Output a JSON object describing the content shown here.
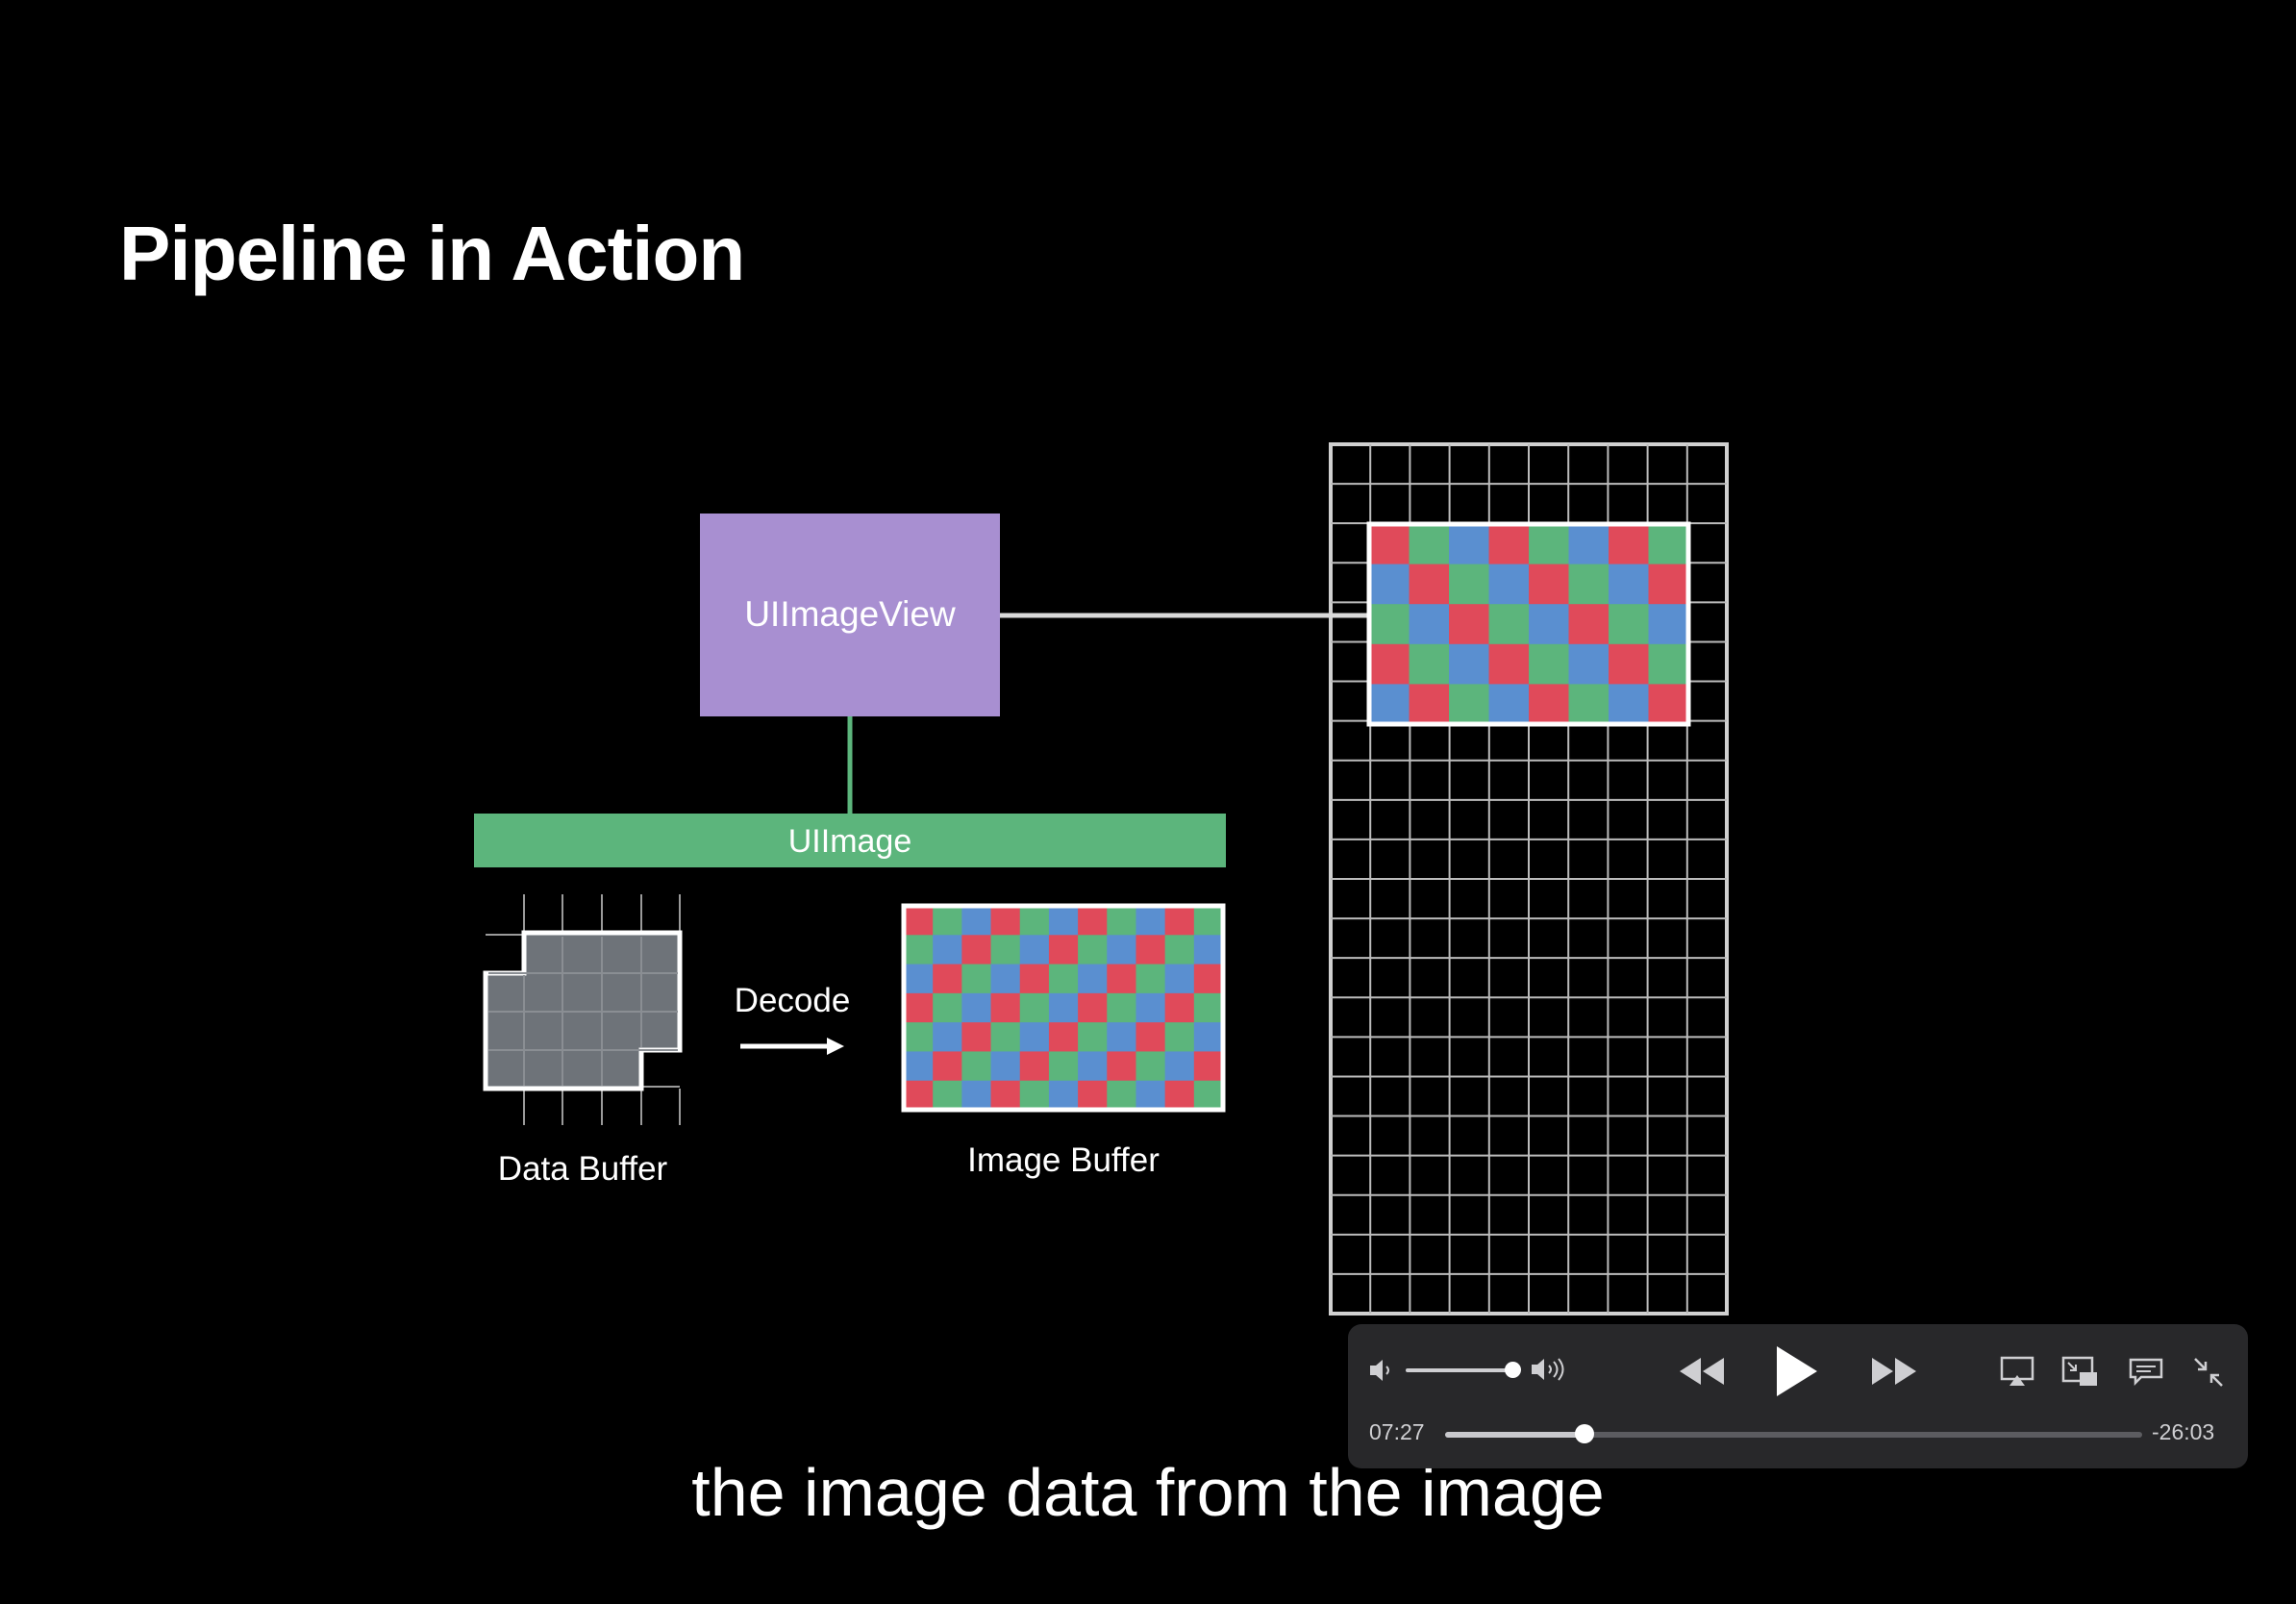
{
  "slide": {
    "title": "Pipeline in Action",
    "uiimageview_label": "UIImageView",
    "uiimage_label": "UIImage",
    "decode_label": "Decode",
    "data_buffer_label": "Data Buffer",
    "image_buffer_label": "Image Buffer"
  },
  "subtitle": "the image data from the image",
  "player": {
    "elapsed": "07:27",
    "remaining": "-26:03",
    "progress": 0.2,
    "volume": 0.92
  },
  "colors": {
    "uiimageview_box": "#a88fd1",
    "uiimage_bar": "#5cb57c",
    "pixel_red": "#e04a5a",
    "pixel_green": "#5cb57c",
    "pixel_blue": "#5a8fd0",
    "data_buffer": "#6e7379"
  },
  "icons": {
    "volume_low": "speaker-low-icon",
    "volume_high": "speaker-high-icon",
    "rewind": "rewind-icon",
    "play": "play-icon",
    "fast_forward": "fast-forward-icon",
    "airplay": "airplay-icon",
    "pip": "picture-in-picture-icon",
    "subtitles": "subtitles-icon",
    "exit_fullscreen": "exit-fullscreen-icon"
  }
}
